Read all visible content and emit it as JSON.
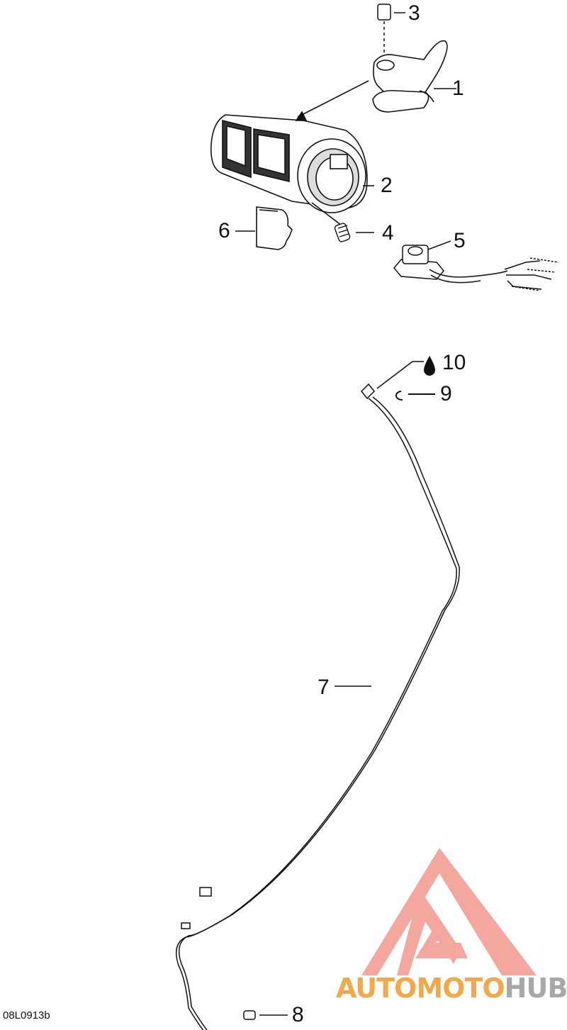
{
  "callouts": {
    "c1": "1",
    "c2": "2",
    "c3": "3",
    "c4": "4",
    "c5": "5",
    "c6": "6",
    "c7": "7",
    "c8": "8",
    "c9": "9",
    "c10": "10"
  },
  "reference_code": "08L0913b",
  "watermark": {
    "part1": "AUTOMOTO",
    "part2": "HUB",
    "color_primary": "#f08a80",
    "color_text1": "#f2a94a",
    "color_text2": "#a8a8a8"
  },
  "icons": {
    "oil_drop": "oil-drop-icon"
  }
}
